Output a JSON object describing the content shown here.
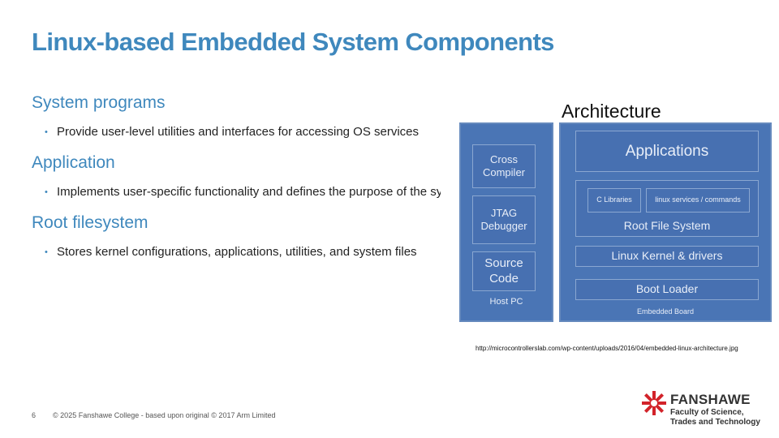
{
  "slide": {
    "title": "Linux-based Embedded System Components",
    "sections": [
      {
        "heading": "System programs",
        "bullet": "Provide user-level utilities and interfaces for accessing OS services"
      },
      {
        "heading": "Application",
        "bullet": "Implements user-specific functionality and defines the purpose of the system"
      },
      {
        "heading": "Root filesystem",
        "bullet": "Stores kernel configurations, applications, utilities, and system files"
      }
    ],
    "bullet_glyph": "•"
  },
  "diagram": {
    "title": "Architecture",
    "host": {
      "label": "Host PC",
      "items": [
        "Cross\nCompiler",
        "JTAG\nDebugger",
        "Source\nCode"
      ]
    },
    "board": {
      "label": "Embedded Board",
      "applications": "Applications",
      "c_libraries": "C Libraries",
      "linux_services": "linux services / commands",
      "root_fs": "Root File System",
      "kernel": "Linux Kernel & drivers",
      "bootloader": "Boot Loader"
    },
    "colors": {
      "panel": "#4a75b5",
      "box_border": "#8aa7d1",
      "text": "#e8eef8"
    }
  },
  "caption": "http://microcontrollerslab.com/wp-content/uploads/2016/04/embedded-linux-architecture.jpg",
  "footer": {
    "page_number": "6",
    "copyright": "© 2025 Fanshawe College  - based upon original © 2017 Arm Limited"
  },
  "logo": {
    "name": "FANSHAWE",
    "subtitle_line1": "Faculty of Science,",
    "subtitle_line2": "Trades and Technology",
    "color": "#d2232a"
  },
  "theme": {
    "accent": "#3f88bd"
  }
}
